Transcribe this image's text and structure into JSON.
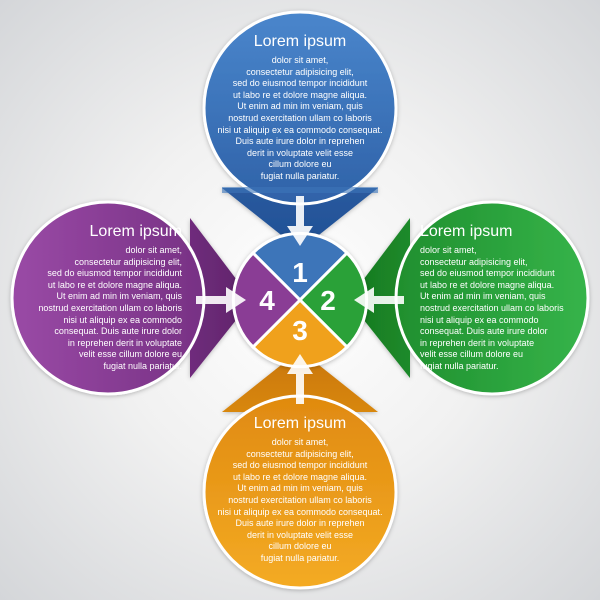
{
  "colors": {
    "blue": "#3c74b9",
    "green": "#2aa138",
    "orange": "#f0a11a",
    "purple": "#8a3e95"
  },
  "panels": {
    "top": {
      "title": "Lorem ipsum",
      "body": "dolor sit amet,\nconsectetur adipisicing elit,\nsed do eiusmod tempor incididunt\nut labo re et dolore magne aliqua.\nUt enim ad min im veniam, quis\nnostrud exercitation ullam co laboris\nnisi ut aliquip ex ea commodo consequat.\nDuis aute irure dolor in reprehen\nderit in voluptate velit esse\ncillum dolore eu\nfugiat nulla pariatur."
    },
    "right": {
      "title": "Lorem ipsum",
      "body": "dolor sit amet,\nconsectetur adipisicing elit,\nsed do eiusmod tempor incididunt\nut labo re et dolore magne aliqua.\nUt enim ad min im veniam, quis\nnostrud exercitation ullam co laboris\nnisi ut aliquip ex ea commodo\nconsequat. Duis aute irure dolor\nin reprehen derit in voluptate\nvelit esse cillum dolore eu\nfugiat nulla pariatur."
    },
    "bottom": {
      "title": "Lorem ipsum",
      "body": "dolor sit amet,\nconsectetur adipisicing elit,\nsed do eiusmod tempor incididunt\nut labo re et dolore magne aliqua.\nUt enim ad min im veniam, quis\nnostrud exercitation ullam co laboris\nnisi ut aliquip ex ea commodo consequat.\nDuis aute irure dolor in reprehen\nderit in voluptate velit esse\ncillum dolore eu\nfugiat nulla pariatur."
    },
    "left": {
      "title": "Lorem ipsum",
      "body": "dolor sit amet,\nconsectetur adipisicing elit,\nsed do eiusmod tempor incididunt\nut labo re et dolore magne aliqua.\nUt enim ad min im veniam, quis\nnostrud exercitation ullam co laboris\nnisi ut aliquip ex ea commodo\nconsequat. Duis aute irure dolor\nin reprehen derit in voluptate\nvelit esse cillum dolore eu\nfugiat nulla pariatur."
    }
  },
  "numbers": {
    "one": "1",
    "two": "2",
    "three": "3",
    "four": "4"
  }
}
